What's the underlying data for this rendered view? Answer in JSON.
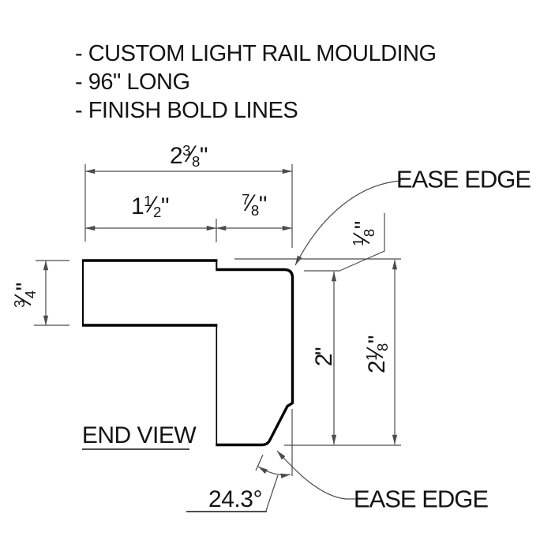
{
  "notes": [
    "- CUSTOM LIGHT RAIL MOULDING",
    "- 96\" LONG",
    "- FINISH BOLD LINES"
  ],
  "dimensions": {
    "overall_width": {
      "whole": "2",
      "num": "3",
      "slash": "⁄",
      "den": "8",
      "unit": "\""
    },
    "tongue_width": {
      "whole": "1",
      "num": "1",
      "slash": "⁄",
      "den": "2",
      "unit": "\""
    },
    "front_width": {
      "whole": "",
      "num": "7",
      "slash": "⁄",
      "den": "8",
      "unit": "\""
    },
    "tongue_thickness": {
      "whole": "",
      "num": "3",
      "slash": "⁄",
      "den": "4",
      "unit": "\""
    },
    "reveal": {
      "whole": "",
      "num": "1",
      "slash": "⁄",
      "den": "8",
      "unit": "\""
    },
    "front_height": {
      "whole": "2",
      "num": "",
      "slash": "",
      "den": "",
      "unit": "\""
    },
    "overall_height": {
      "whole": "2",
      "num": "1",
      "slash": "⁄",
      "den": "8",
      "unit": "\""
    },
    "chamfer_angle": "24.3°"
  },
  "callouts": {
    "ease_edge_top": "EASE EDGE",
    "ease_edge_bottom": "EASE EDGE"
  },
  "view_label": "END VIEW",
  "colors": {
    "line": "#000000",
    "dim": "#4c4c4c",
    "text": "#141414",
    "background": "#ffffff"
  }
}
